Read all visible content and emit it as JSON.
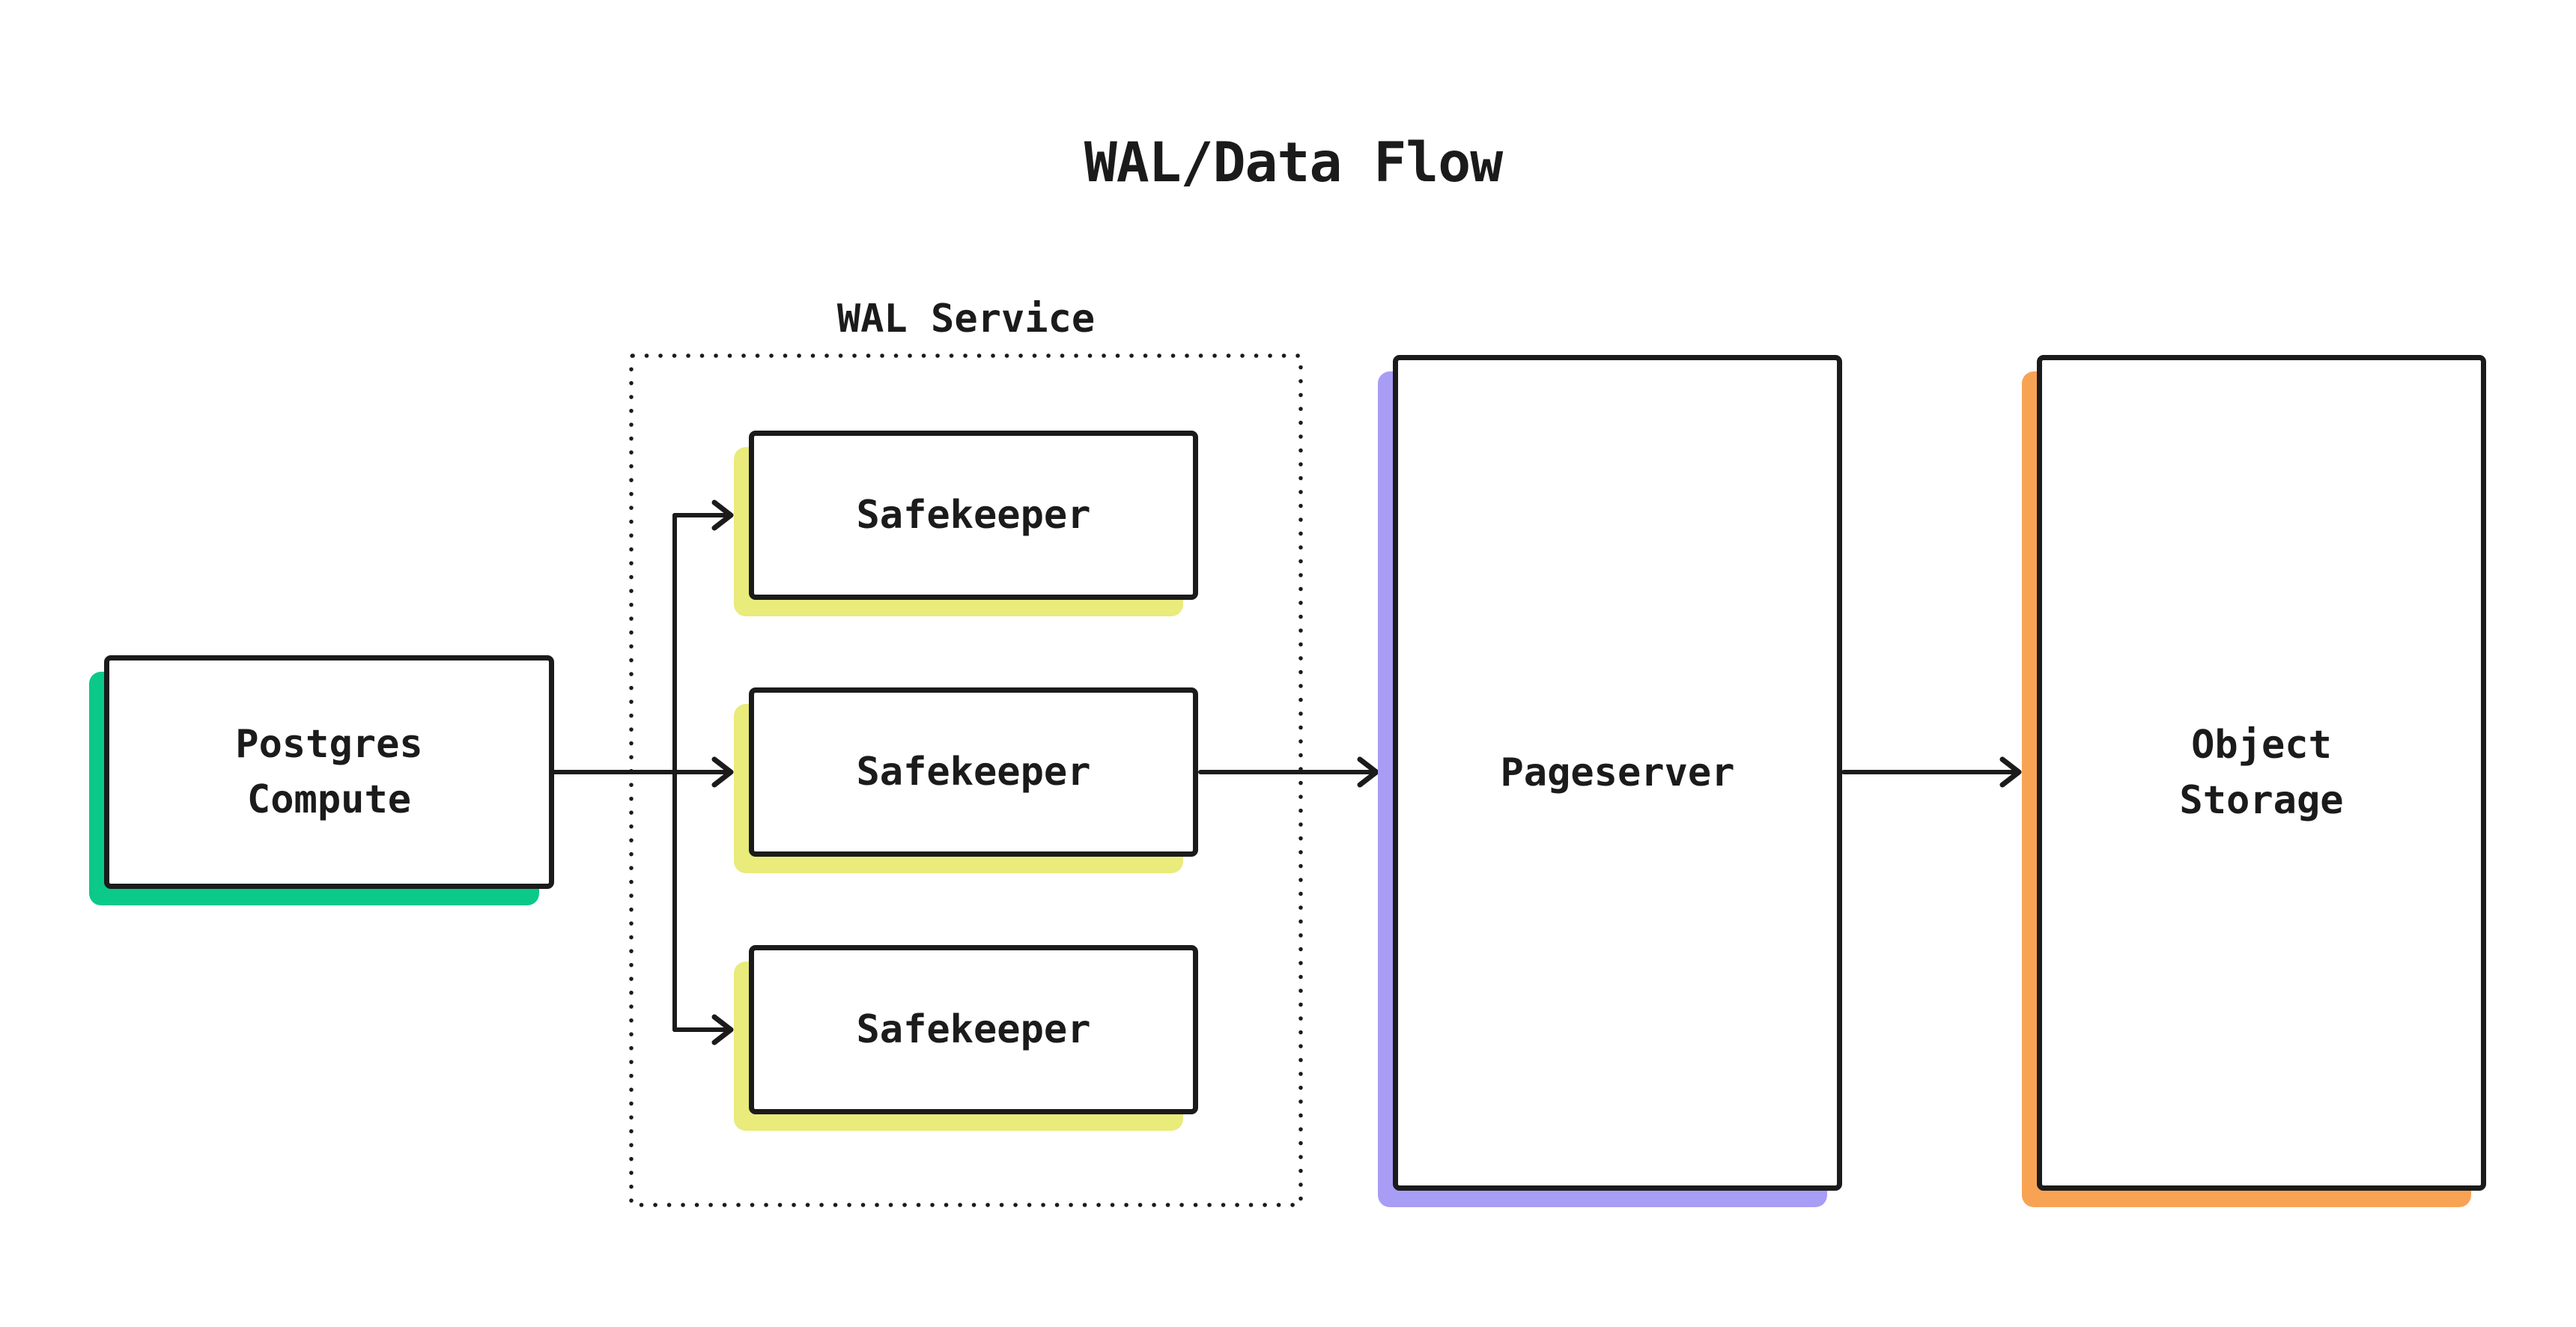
{
  "diagram": {
    "title": "WAL/Data Flow",
    "type": "architecture-flow-diagram",
    "background_color": "#ffffff",
    "stroke_color": "#1b1b1b",
    "groups": {
      "wal_service": {
        "label": "WAL Service",
        "border_style": "dotted",
        "contains": [
          "safekeeper-1",
          "safekeeper-2",
          "safekeeper-3"
        ]
      }
    },
    "nodes": {
      "postgres": {
        "label": "Postgres\nCompute",
        "accent_color": "#0bc989",
        "accent_name": "green"
      },
      "safekeeper1": {
        "label": "Safekeeper",
        "accent_color": "#e9eb7a",
        "accent_name": "yellow"
      },
      "safekeeper2": {
        "label": "Safekeeper",
        "accent_color": "#e9eb7a",
        "accent_name": "yellow"
      },
      "safekeeper3": {
        "label": "Safekeeper",
        "accent_color": "#e9eb7a",
        "accent_name": "yellow"
      },
      "pageserver": {
        "label": "Pageserver",
        "accent_color": "#a79df5",
        "accent_name": "purple"
      },
      "object_storage": {
        "label": "Object\nStorage",
        "accent_color": "#f8a354",
        "accent_name": "orange"
      }
    },
    "edges": [
      {
        "from": "postgres-compute",
        "to": "safekeeper-1",
        "style": "arrow"
      },
      {
        "from": "postgres-compute",
        "to": "safekeeper-2",
        "style": "arrow"
      },
      {
        "from": "postgres-compute",
        "to": "safekeeper-3",
        "style": "arrow"
      },
      {
        "from": "safekeeper-2",
        "to": "pageserver",
        "style": "arrow"
      },
      {
        "from": "pageserver",
        "to": "object-storage",
        "style": "arrow"
      }
    ]
  }
}
